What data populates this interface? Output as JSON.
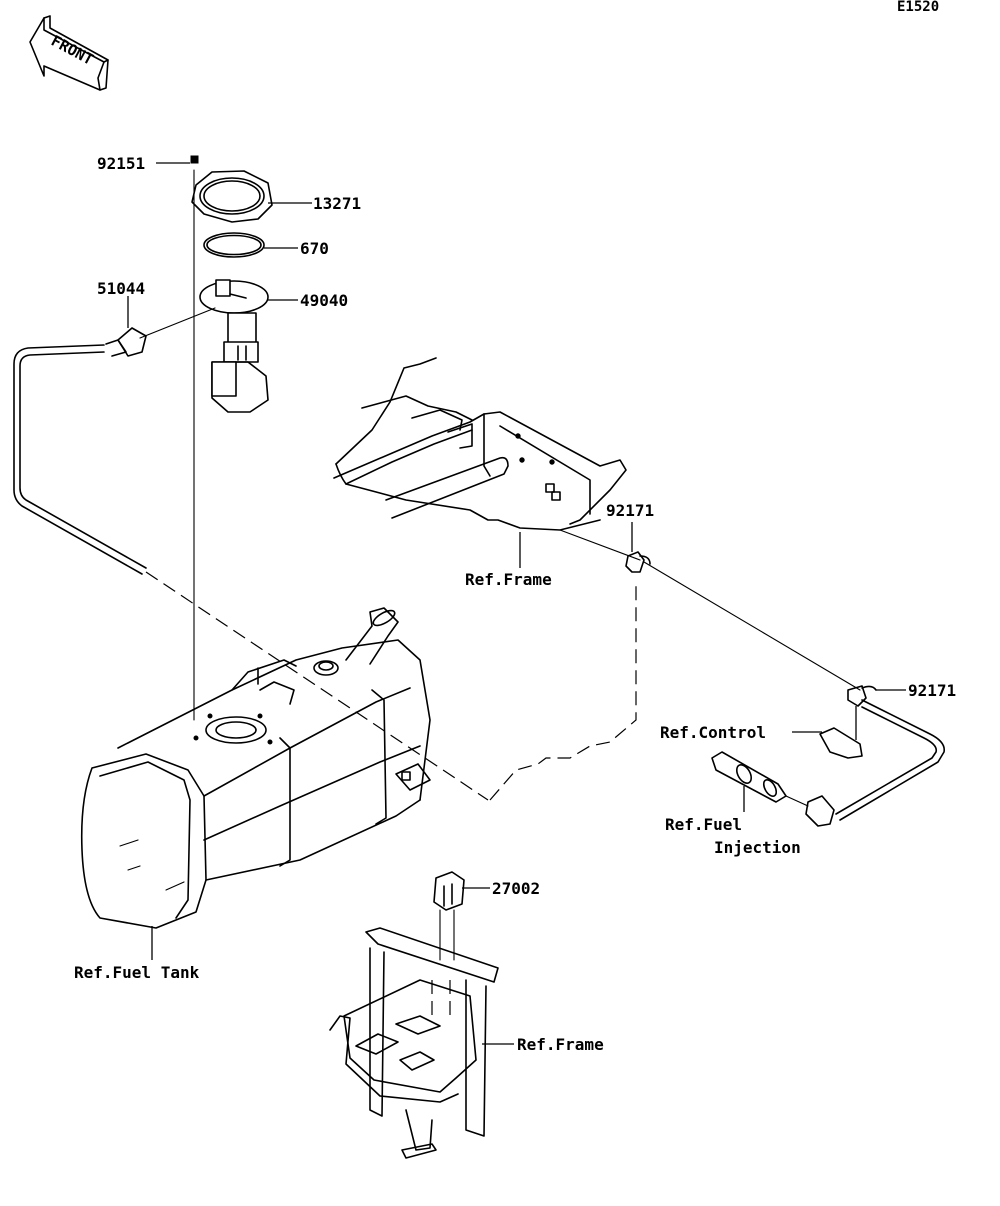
{
  "diagram_code": "E1520",
  "front_label": "FRONT",
  "callouts": {
    "p92151": "92151",
    "p13271": "13271",
    "p670": "670",
    "p49040": "49040",
    "p51044": "51044",
    "p92171_a": "92171",
    "p92171_b": "92171",
    "p27002": "27002"
  },
  "references": {
    "frame_upper": "Ref.Frame",
    "control": "Ref.Control",
    "fuel_injection_line1": "Ref.Fuel",
    "fuel_injection_line2": "Injection",
    "fuel_tank": "Ref.Fuel Tank",
    "frame_lower": "Ref.Frame"
  }
}
